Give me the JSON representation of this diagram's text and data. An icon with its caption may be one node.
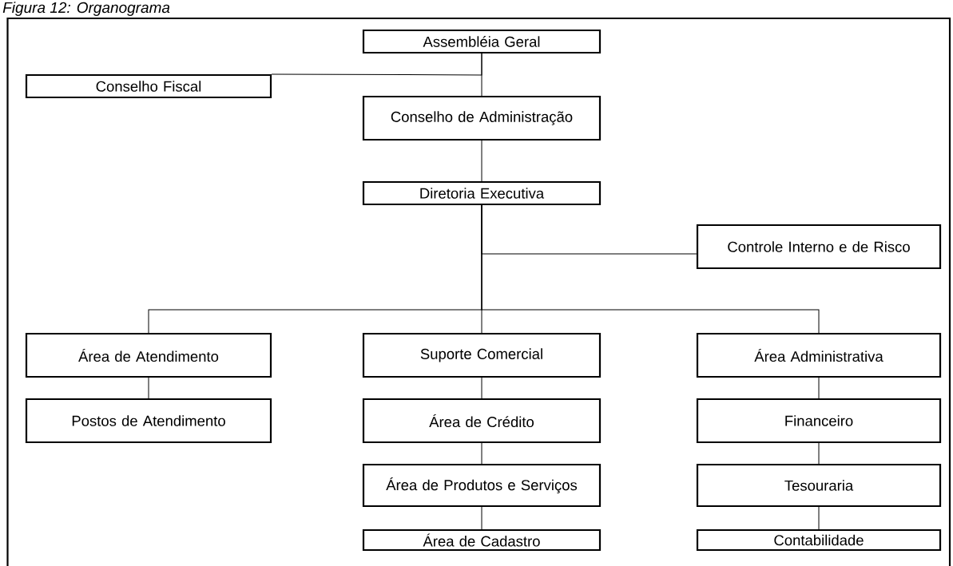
{
  "diagram": {
    "title": "Figura 12: Organograma",
    "nodes": [
      {
        "text": [
          "Assembléia Geral"
        ]
      },
      {
        "text": [
          "Conselho Fiscal"
        ]
      },
      {
        "text": [
          "Conselho de Administração"
        ]
      },
      {
        "text": [
          "Diretoria Executiva"
        ]
      },
      {
        "text": [
          "Controle Interno e de Risco"
        ]
      },
      {
        "text": [
          "Área de Atendimento"
        ]
      },
      {
        "text": [
          "Suporte Comercial"
        ]
      },
      {
        "text": [
          "Área Administrativa"
        ]
      },
      {
        "text": [
          "Postos de Atendimento"
        ]
      },
      {
        "text": [
          "Área de Crédito"
        ]
      },
      {
        "text": [
          "Financeiro"
        ]
      },
      {
        "text": [
          "Área de Produtos e Serviços"
        ]
      },
      {
        "text": [
          "Tesouraria"
        ]
      },
      {
        "text": [
          "Área de Cadastro"
        ]
      },
      {
        "text": [
          "Contabilidade"
        ]
      }
    ],
    "edges": [
      {
        "from": 0,
        "to": 2,
        "arrow": "none"
      },
      {
        "from": 0,
        "to": 1,
        "arrow": "none"
      },
      {
        "from": 2,
        "to": 3,
        "arrow": "none"
      },
      {
        "from": 3,
        "to": 4,
        "arrow": "none"
      },
      {
        "from": 3,
        "to": 5,
        "arrow": "none"
      },
      {
        "from": 3,
        "to": 6,
        "arrow": "none"
      },
      {
        "from": 3,
        "to": 7,
        "arrow": "none"
      },
      {
        "from": 5,
        "to": 8,
        "arrow": "none"
      },
      {
        "from": 6,
        "to": 9,
        "arrow": "none"
      },
      {
        "from": 9,
        "to": 11,
        "arrow": "none"
      },
      {
        "from": 11,
        "to": 13,
        "arrow": "none"
      },
      {
        "from": 7,
        "to": 10,
        "arrow": "none"
      },
      {
        "from": 10,
        "to": 12,
        "arrow": "none"
      },
      {
        "from": 12,
        "to": 14,
        "arrow": "none"
      }
    ]
  }
}
